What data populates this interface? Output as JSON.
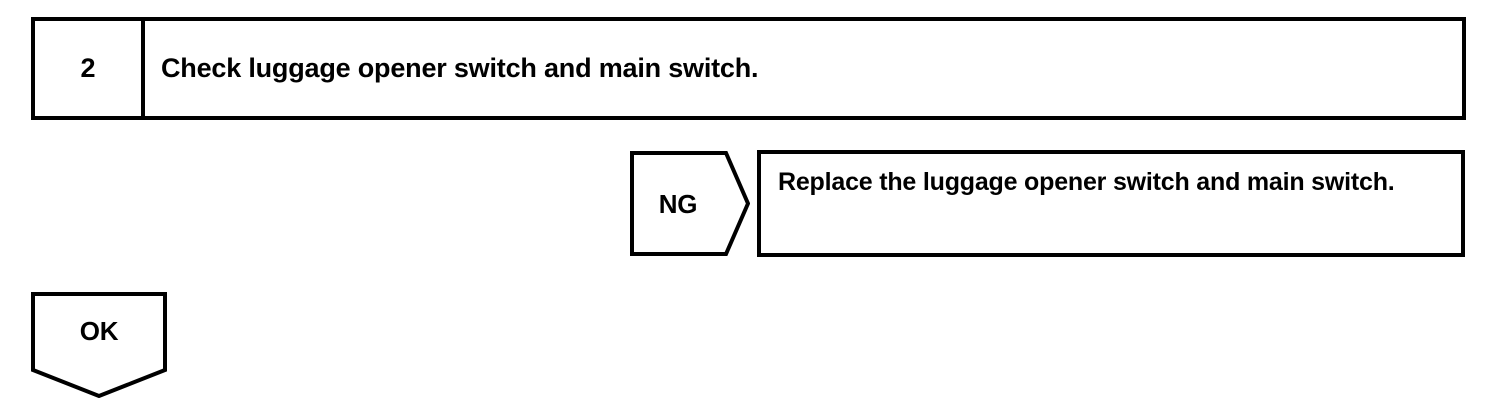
{
  "page": {
    "background_color": "#ffffff",
    "line_color": "#000000",
    "text_color": "#000000"
  },
  "step": {
    "number": "2",
    "instruction": "Check luggage opener switch and main switch."
  },
  "branches": [
    {
      "label": "NG",
      "direction": "right",
      "action": "Replace the luggage opener switch and main switch."
    },
    {
      "label": "OK",
      "direction": "down",
      "action": ""
    }
  ],
  "ng_branch": {
    "label": "NG",
    "action_text": "Replace the luggage opener switch and main switch."
  },
  "ok_branch": {
    "label": "OK"
  }
}
